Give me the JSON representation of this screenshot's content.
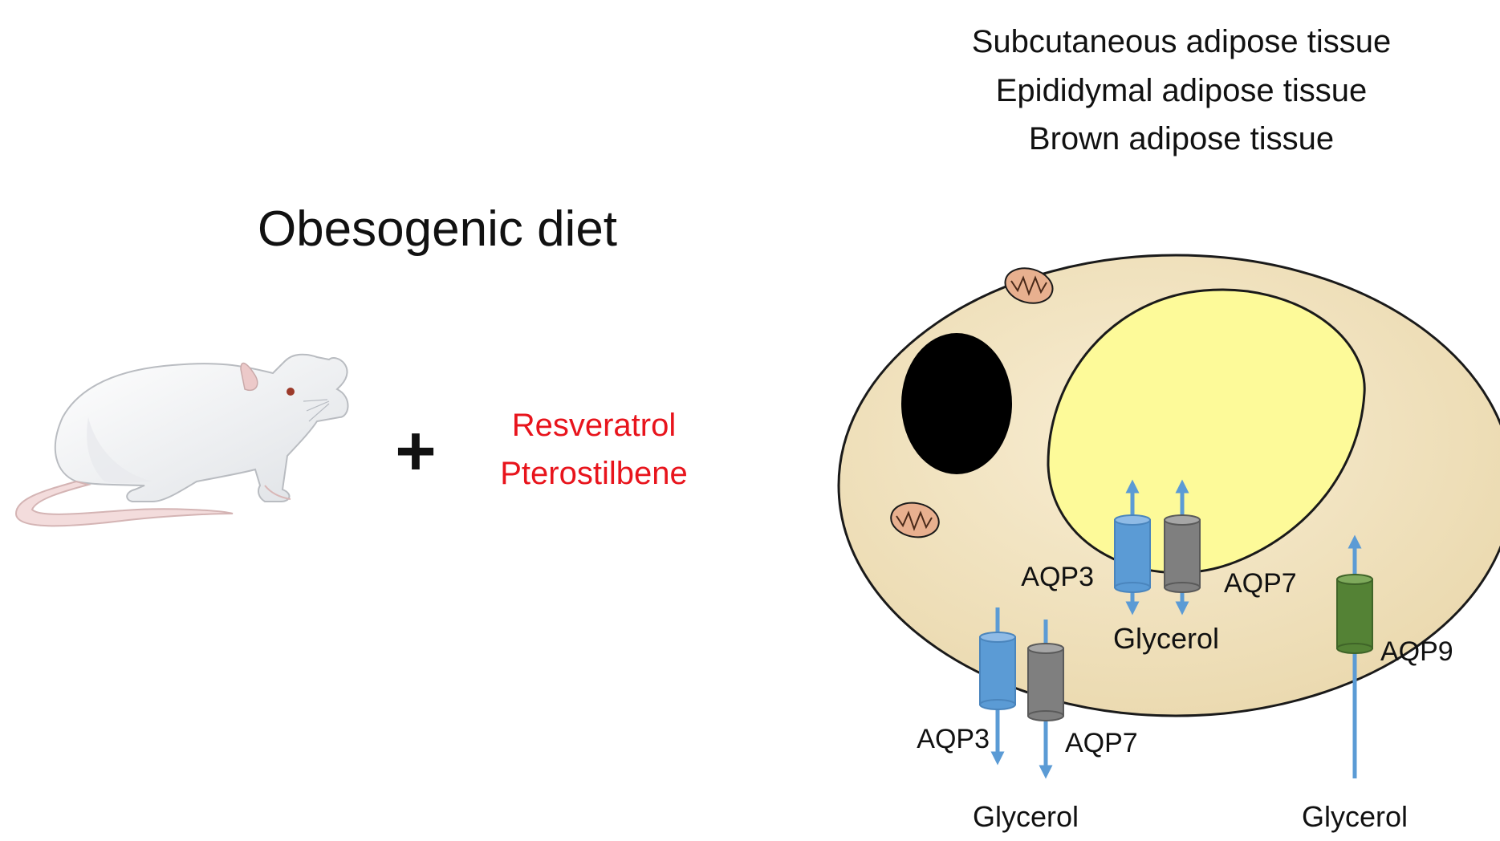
{
  "tissues": {
    "line1": "Subcutaneous adipose tissue",
    "line2": "Epididymal adipose tissue",
    "line3": "Brown adipose tissue"
  },
  "diet": {
    "title": "Obesogenic diet",
    "plus": "+",
    "compound1": "Resveratrol",
    "compound2": "Pterostilbene"
  },
  "channels": {
    "droplet_aqp3": "AQP3",
    "droplet_aqp7": "AQP7",
    "droplet_glycerol": "Glycerol",
    "membrane_aqp3": "AQP3",
    "membrane_aqp7": "AQP7",
    "membrane_glycerol": "Glycerol",
    "aqp9": "AQP9",
    "aqp9_glycerol": "Glycerol"
  },
  "colors": {
    "cell": "#f3e4c2",
    "lipid_droplet": "#fdfa99",
    "nucleus": "#000000",
    "aqp3": "#5b9bd5",
    "aqp7": "#808080",
    "aqp9": "#548235",
    "arrow": "#5b9bd5",
    "compound_text": "#e8141c",
    "mitochondria": "#e8b08f"
  },
  "icons": [
    "rat-illustration",
    "mitochondrion-icon",
    "aquaporin-channel-icon"
  ]
}
